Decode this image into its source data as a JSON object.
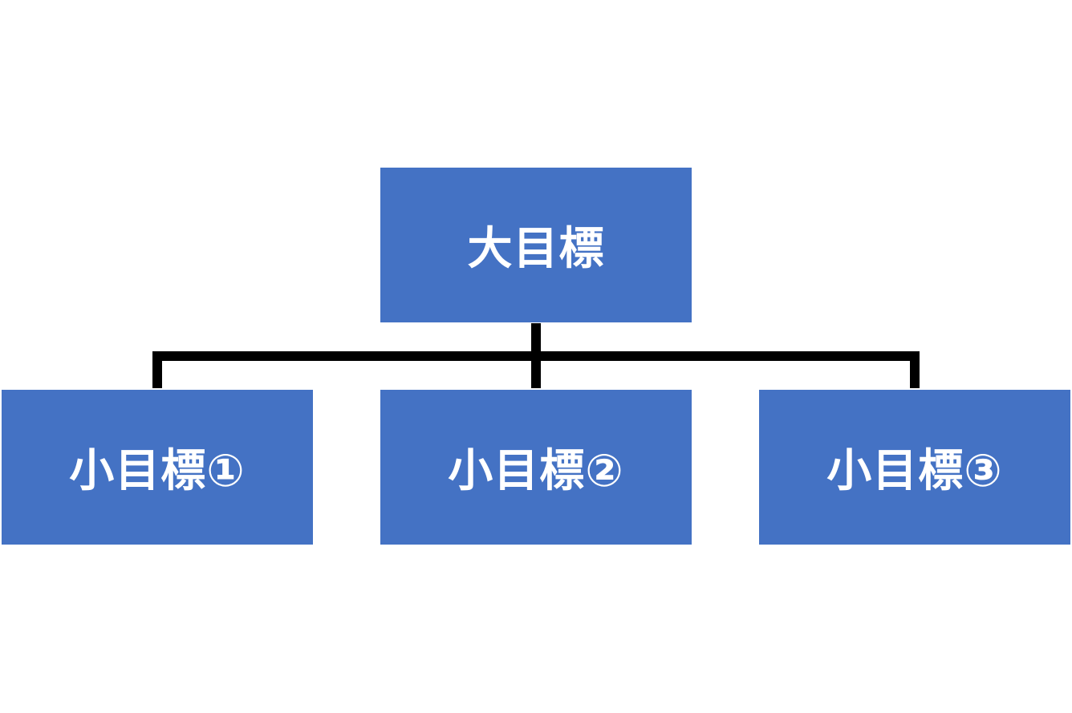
{
  "diagram": {
    "root": {
      "label": "大目標"
    },
    "children": [
      {
        "label": "小目標①"
      },
      {
        "label": "小目標②"
      },
      {
        "label": "小目標③"
      }
    ]
  },
  "colors": {
    "node_fill": "#4472c4",
    "node_text": "#ffffff",
    "connector": "#000000",
    "background": "#ffffff"
  }
}
